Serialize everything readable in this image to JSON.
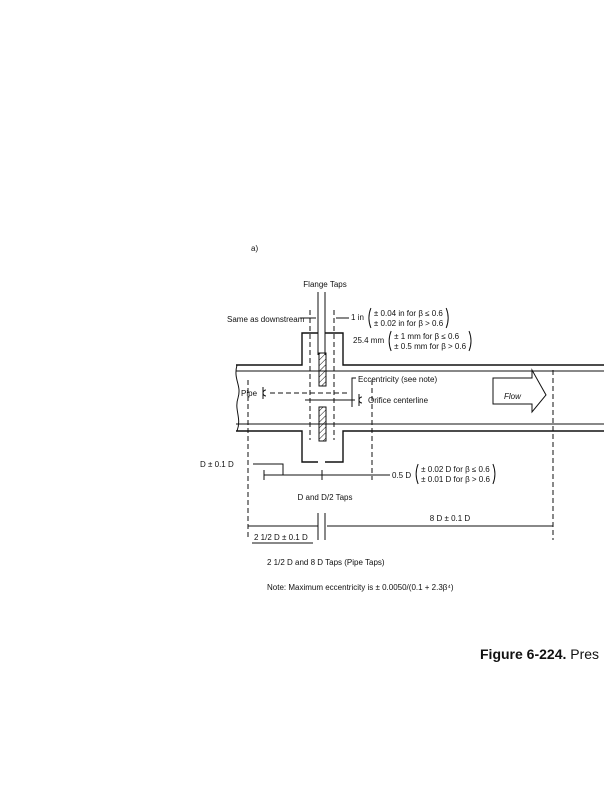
{
  "figure": {
    "panel_label": "a)",
    "flange_taps": "Flange Taps",
    "same_as_downstream": "Same as downstream",
    "inch_value": "1 in",
    "inch_tol_1": "± 0.04 in for β ≤ 0.6",
    "inch_tol_2": "± 0.02 in for β > 0.6",
    "mm_value": "25.4 mm",
    "mm_tol_1": "± 1 mm  for β ≤ 0.6",
    "mm_tol_2": "± 0.5 mm for β > 0.6",
    "eccentricity": "Eccentricity (see note)",
    "pipe": "Pipe",
    "orifice_centerline": "Orifice centerline",
    "flow": "Flow",
    "d_tol": "D ± 0.1 D",
    "half_d_value": "0.5 D",
    "half_d_tol_1": "± 0.02 D for β ≤ 0.6",
    "half_d_tol_2": "± 0.01 D for β > 0.6",
    "d_taps": "D and D/2 Taps",
    "eight_d": "8 D ± 0.1 D",
    "two_half_d": "2 1/2 D ± 0.1 D",
    "pipe_taps": "2 1/2 D and 8 D Taps (Pipe Taps)",
    "note": "Note: Maximum eccentricity is ± 0.0050/(0.1 + 2.3β⁴)"
  },
  "caption": {
    "number": "Figure 6-224.",
    "text": "Pres"
  }
}
